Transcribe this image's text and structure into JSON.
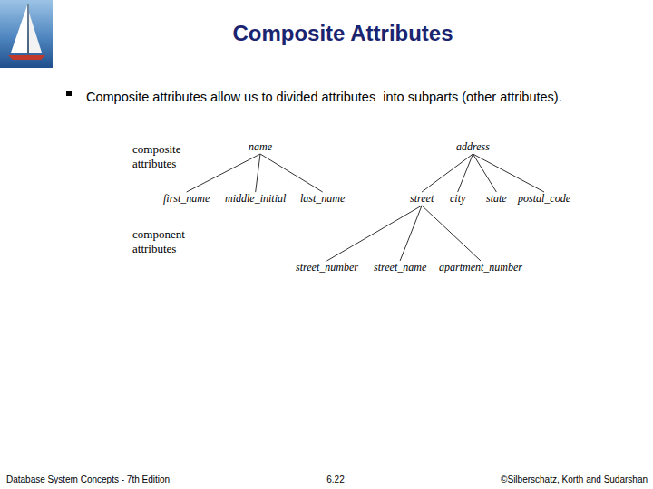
{
  "diagram": {
    "title": "Composite Attributes",
    "nodes": [
      {
        "text": [
          "name"
        ]
      },
      {
        "text": [
          "address"
        ]
      },
      {
        "text": [
          "first_name"
        ]
      },
      {
        "text": [
          "middle_initial"
        ]
      },
      {
        "text": [
          "last_name"
        ]
      },
      {
        "text": [
          "street"
        ]
      },
      {
        "text": [
          "city"
        ]
      },
      {
        "text": [
          "state"
        ]
      },
      {
        "text": [
          "postal_code"
        ]
      },
      {
        "text": [
          "street_number"
        ]
      },
      {
        "text": [
          "street_name"
        ]
      },
      {
        "text": [
          "apartment_number"
        ]
      }
    ],
    "edges": [
      {
        "from": 0,
        "to": 2,
        "arrow": "none"
      },
      {
        "from": 0,
        "to": 3,
        "arrow": "none"
      },
      {
        "from": 0,
        "to": 4,
        "arrow": "none"
      },
      {
        "from": 1,
        "to": 5,
        "arrow": "none"
      },
      {
        "from": 1,
        "to": 6,
        "arrow": "none"
      },
      {
        "from": 1,
        "to": 7,
        "arrow": "none"
      },
      {
        "from": 1,
        "to": 8,
        "arrow": "none"
      },
      {
        "from": 5,
        "to": 9,
        "arrow": "none"
      },
      {
        "from": 5,
        "to": 10,
        "arrow": "none"
      },
      {
        "from": 5,
        "to": 11,
        "arrow": "none"
      }
    ],
    "labels": [
      "Composite attributes allow us to divided attributes  into subparts (other attributes).",
      "composite attributes",
      "component attributes",
      "Database System Concepts - 7th Edition",
      "6.22",
      "©Silberschatz, Korth and Sudarshan"
    ]
  }
}
